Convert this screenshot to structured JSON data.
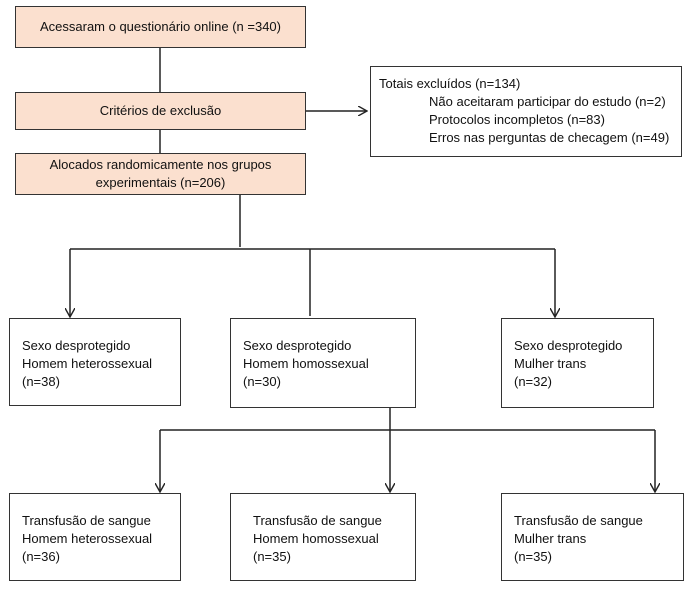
{
  "steps": {
    "accessed": "Acessaram o questionário online (n =340)",
    "criteria": "Critérios de exclusão",
    "allocated_line1": "Alocados randomicamente nos grupos",
    "allocated_line2": "experimentais (n=206)"
  },
  "excluded": {
    "title": "Totais excluídos (n=134)",
    "items": [
      "Não aceitaram participar do estudo (n=2)",
      "Protocolos incompletos (n=83)",
      "Erros nas perguntas de checagem (n=49)"
    ]
  },
  "sex_groups": [
    {
      "line1": "Sexo desprotegido",
      "line2": "Homem heterossexual",
      "n": "(n=38)"
    },
    {
      "line1": "Sexo desprotegido",
      "line2": "Homem homossexual",
      "n": "(n=30)"
    },
    {
      "line1": "Sexo desprotegido",
      "line2": "Mulher trans",
      "n": "(n=32)"
    }
  ],
  "transfusion_groups": [
    {
      "line1": "Transfusão de sangue",
      "line2": "Homem heterossexual",
      "n": "(n=36)"
    },
    {
      "line1": "Transfusão de sangue",
      "line2": "Homem homossexual",
      "n": "(n=35)"
    },
    {
      "line1": "Transfusão de sangue",
      "line2": "Mulher trans",
      "n": "(n=35)"
    }
  ],
  "colors": {
    "process_fill": "#fbe0cf",
    "border": "#333333"
  }
}
